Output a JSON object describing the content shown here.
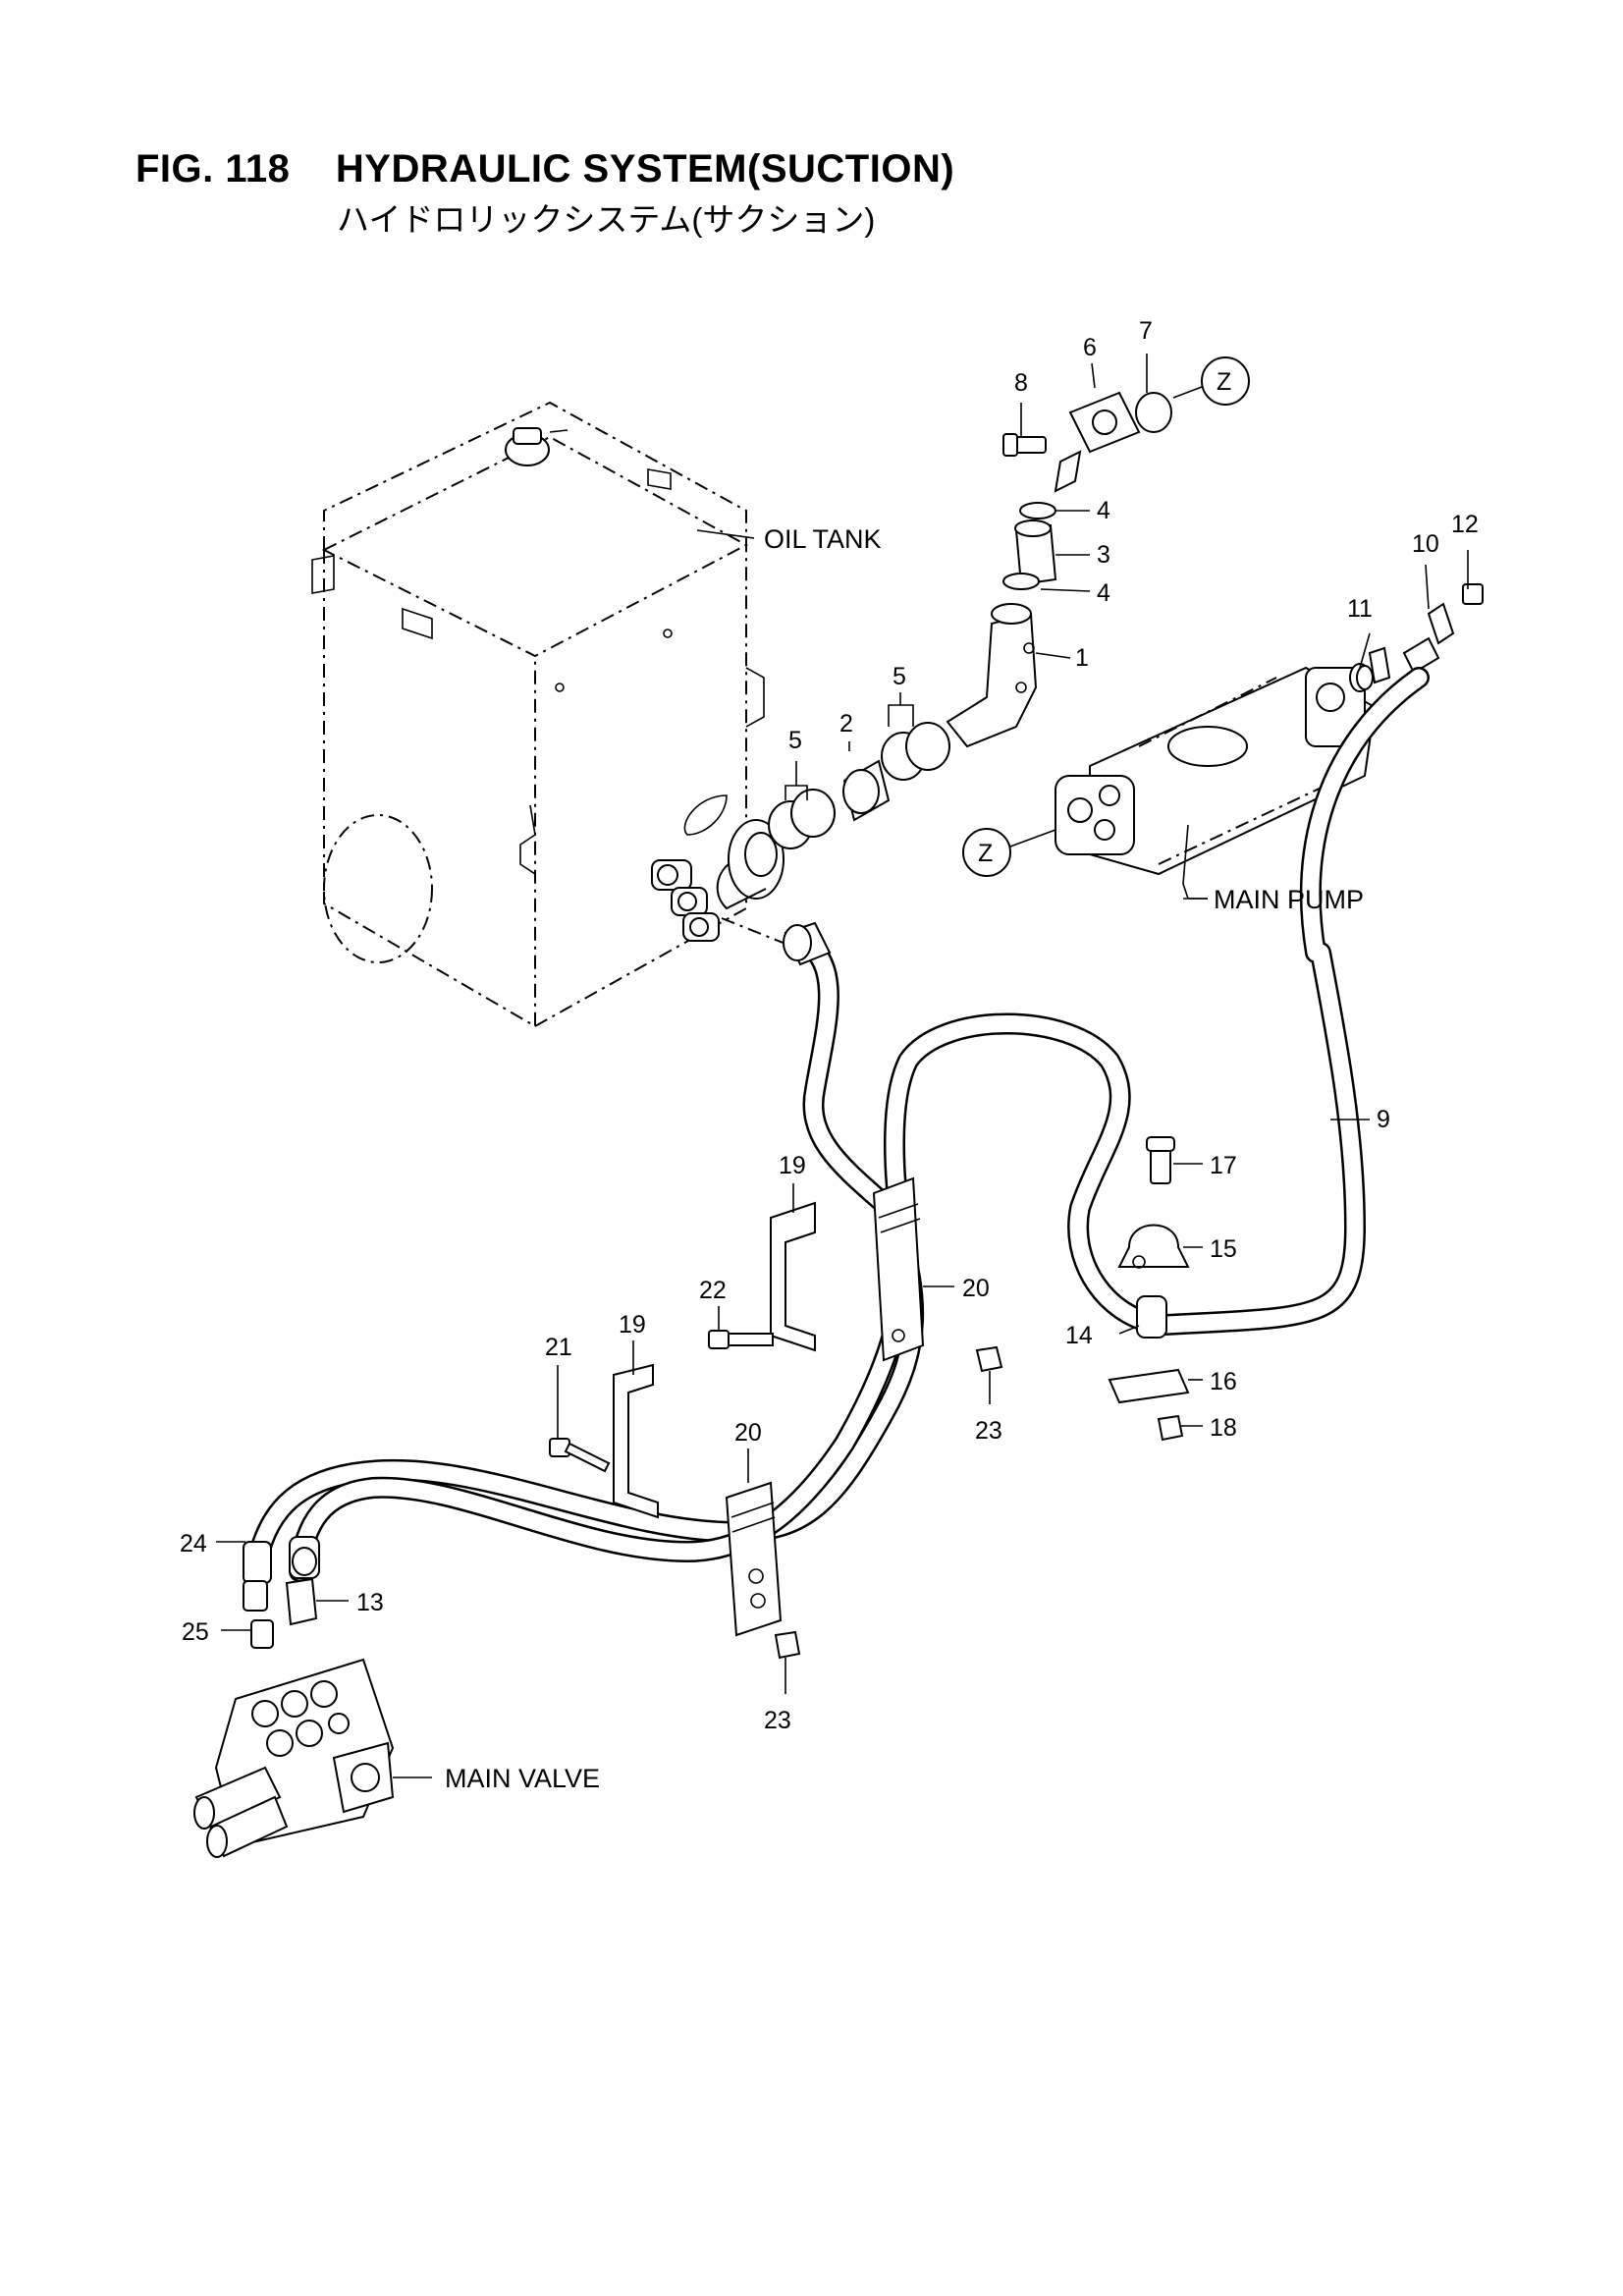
{
  "figure": {
    "title": "FIG. 118    HYDRAULIC SYSTEM(SUCTION)",
    "subtitle": "ハイドロリックシステム(サクション)"
  },
  "labels": {
    "oil_tank": "OIL TANK",
    "main_pump": "MAIN PUMP",
    "main_valve": "MAIN VALVE",
    "z_upper": "Z",
    "z_lower": "Z"
  },
  "callouts": {
    "c1": "1",
    "c2": "2",
    "c3": "3",
    "c4a": "4",
    "c4b": "4",
    "c5a": "5",
    "c5b": "5",
    "c6": "6",
    "c7": "7",
    "c8": "8",
    "c9": "9",
    "c10": "10",
    "c11": "11",
    "c12": "12",
    "c13": "13",
    "c14": "14",
    "c15": "15",
    "c16": "16",
    "c17": "17",
    "c18": "18",
    "c19a": "19",
    "c19b": "19",
    "c20a": "20",
    "c20b": "20",
    "c21": "21",
    "c22": "22",
    "c23a": "23",
    "c23b": "23",
    "c24": "24",
    "c25": "25"
  }
}
